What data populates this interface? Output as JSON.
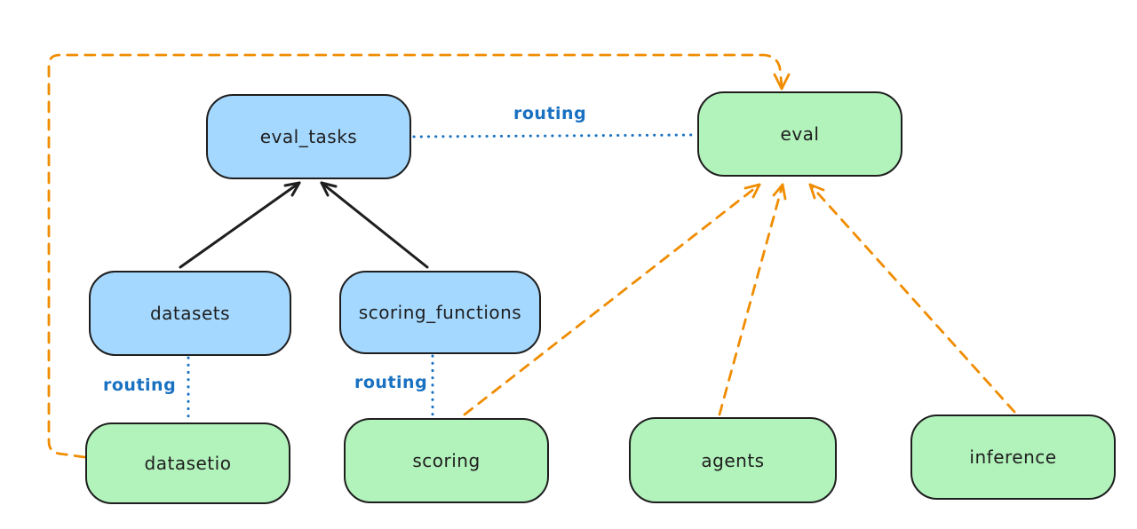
{
  "diagram": {
    "background": "#ffffff",
    "colors": {
      "node_fill_blue": "#a5d8ff",
      "node_fill_green": "#b2f2bb",
      "node_stroke": "#1e1e1e",
      "routing_blue": "#1971c2",
      "orange_dashed": "#f08c00",
      "black_arrow": "#1e1e1e"
    },
    "nodes": [
      {
        "id": "eval_tasks",
        "label": "eval_tasks",
        "fill": "#a5d8ff"
      },
      {
        "id": "eval",
        "label": "eval",
        "fill": "#b2f2bb"
      },
      {
        "id": "datasets",
        "label": "datasets",
        "fill": "#a5d8ff"
      },
      {
        "id": "scoring_functions",
        "label": "scoring_functions",
        "fill": "#a5d8ff"
      },
      {
        "id": "datasetio",
        "label": "datasetio",
        "fill": "#b2f2bb"
      },
      {
        "id": "scoring",
        "label": "scoring",
        "fill": "#b2f2bb"
      },
      {
        "id": "agents",
        "label": "agents",
        "fill": "#b2f2bb"
      },
      {
        "id": "inference",
        "label": "inference",
        "fill": "#b2f2bb"
      }
    ],
    "edge_labels": [
      {
        "id": "routing-top",
        "text": "routing"
      },
      {
        "id": "routing-datasets",
        "text": "routing"
      },
      {
        "id": "routing-scoring",
        "text": "routing"
      }
    ],
    "edges": [
      {
        "from": "eval_tasks",
        "to": "eval",
        "style": "dotted",
        "color": "#1971c2",
        "label": "routing"
      },
      {
        "from": "datasets",
        "to": "datasetio",
        "style": "dotted",
        "color": "#1971c2",
        "label": "routing"
      },
      {
        "from": "scoring_functions",
        "to": "scoring",
        "style": "dotted",
        "color": "#1971c2",
        "label": "routing"
      },
      {
        "from": "datasets",
        "to": "eval_tasks",
        "style": "solid-arrow",
        "color": "#1e1e1e",
        "label": ""
      },
      {
        "from": "scoring_functions",
        "to": "eval_tasks",
        "style": "solid-arrow",
        "color": "#1e1e1e",
        "label": ""
      },
      {
        "from": "datasetio",
        "to": "eval",
        "style": "dashed-arrow",
        "color": "#f08c00",
        "label": ""
      },
      {
        "from": "scoring",
        "to": "eval",
        "style": "dashed-arrow",
        "color": "#f08c00",
        "label": ""
      },
      {
        "from": "agents",
        "to": "eval",
        "style": "dashed-arrow",
        "color": "#f08c00",
        "label": ""
      },
      {
        "from": "inference",
        "to": "eval",
        "style": "dashed-arrow",
        "color": "#f08c00",
        "label": ""
      }
    ]
  }
}
